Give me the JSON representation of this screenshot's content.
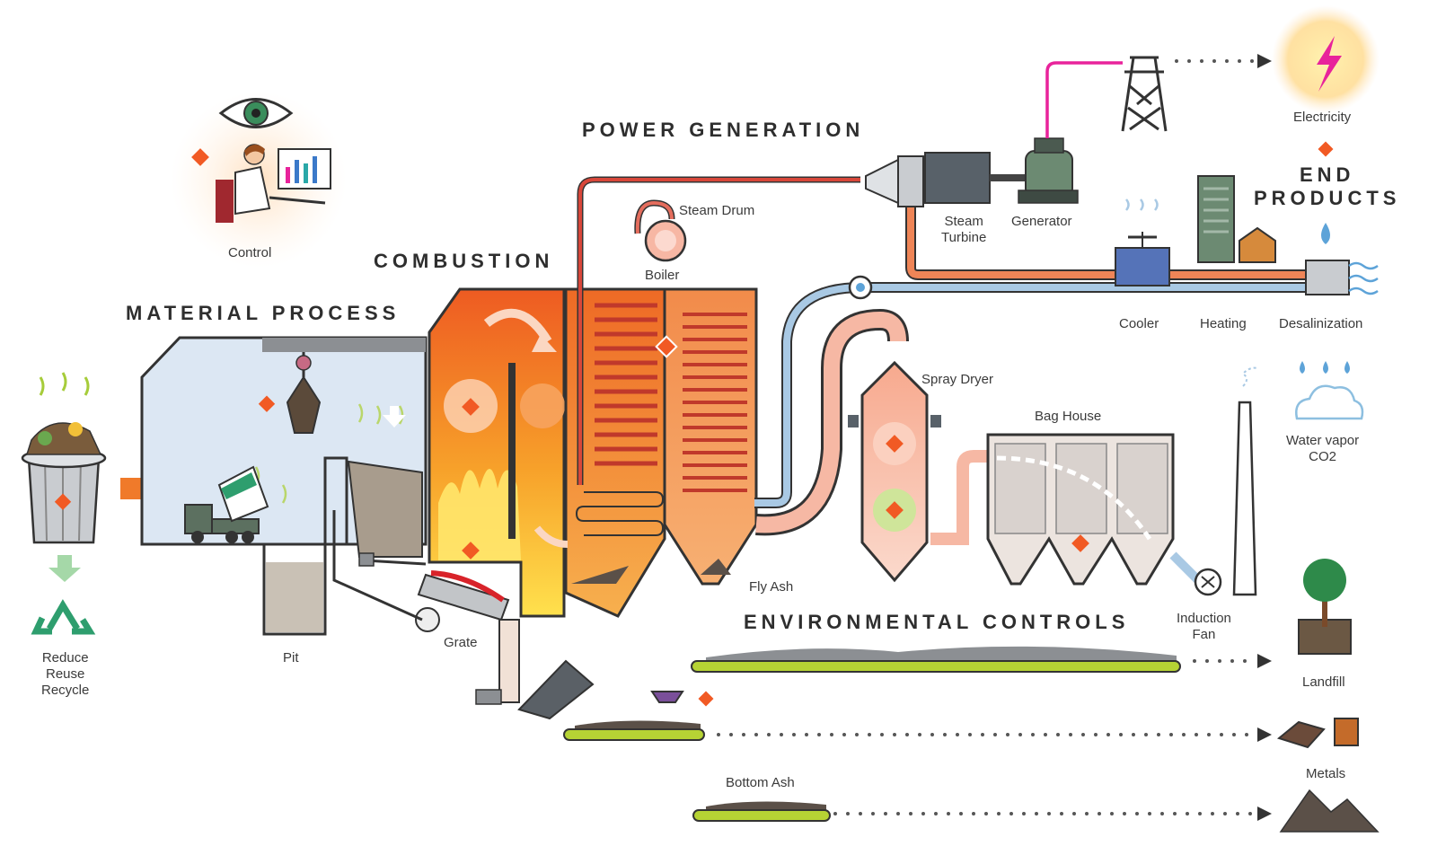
{
  "sections": {
    "power_generation": "POWER GENERATION",
    "combustion": "COMBUSTION",
    "material_process": "MATERIAL PROCESS",
    "environmental_controls": "ENVIRONMENTAL CONTROLS",
    "end_products_line1": "END",
    "end_products_line2": "PRODUCTS"
  },
  "labels": {
    "control": "Control",
    "steam_drum": "Steam Drum",
    "boiler": "Boiler",
    "steam_turbine_1": "Steam",
    "steam_turbine_2": "Turbine",
    "generator": "Generator",
    "electricity": "Electricity",
    "cooler": "Cooler",
    "heating": "Heating",
    "desalinization": "Desalinization",
    "spray_dryer": "Spray Dryer",
    "bag_house": "Bag House",
    "water_vapor": "Water vapor",
    "co2": "CO2",
    "fly_ash": "Fly Ash",
    "induction_fan_1": "Induction",
    "induction_fan_2": "Fan",
    "landfill": "Landfill",
    "metals": "Metals",
    "bottom_ash": "Bottom Ash",
    "pit": "Pit",
    "grate": "Grate",
    "reduce": "Reduce",
    "reuse": "Reuse",
    "recycle": "Recycle"
  },
  "colors": {
    "steam_red": "#d8473a",
    "water_blue": "#a9c9e4",
    "flame_orange": "#f07a2a",
    "diamond": "#f15a24",
    "conveyor": "#b6d334",
    "gas_pink": "#f6b8a4",
    "recycle_green": "#2e9e6e",
    "electric_magenta": "#e8239b"
  }
}
